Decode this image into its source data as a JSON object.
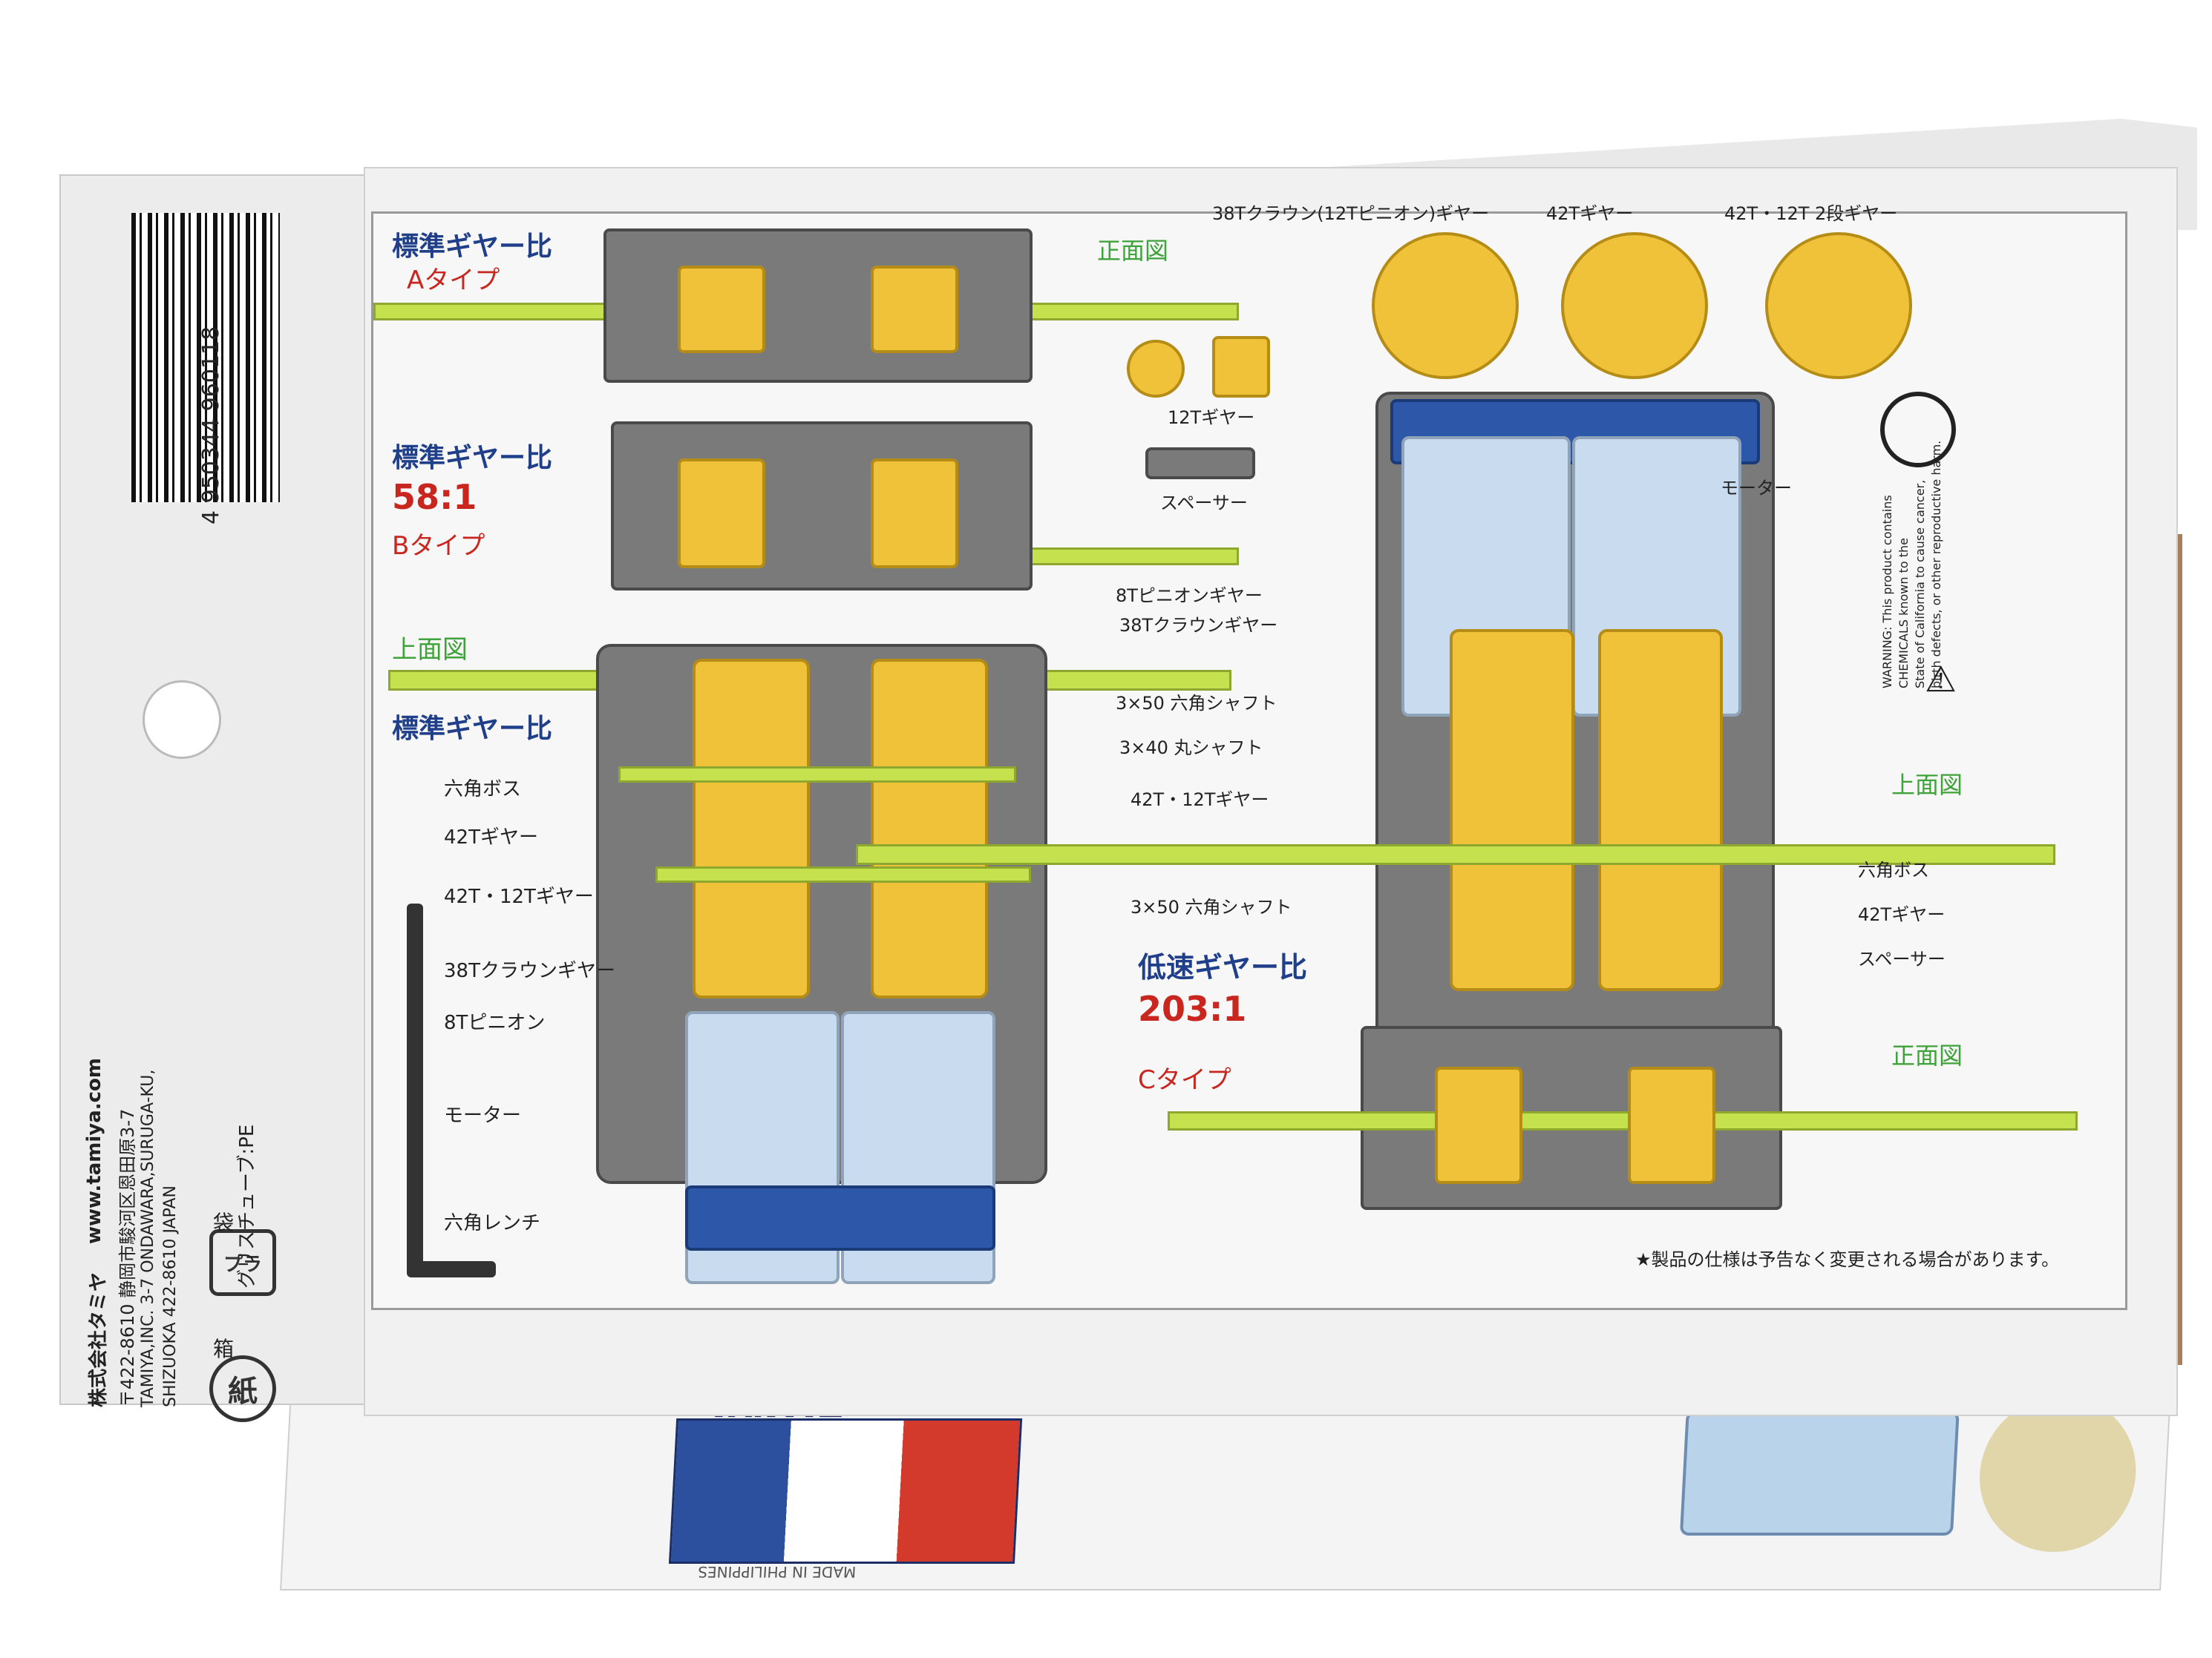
{
  "barcode": {
    "digits": "4 950344 960118"
  },
  "side_flap": {
    "company_jp": "株式会社タミヤ",
    "website": "www.tamiya.com",
    "address_jp": "〒422-8610 静岡市駿河区恩田原3-7",
    "address_en_1": "TAMIYA,INC. 3-7 ONDAWARA,SURUGA-KU,",
    "address_en_2": "SHIZUOKA 422-8610 JAPAN",
    "recycle_paper": "紙",
    "recycle_paper_label": "箱",
    "recycle_plastic": "プラ",
    "recycle_plastic_label": "袋",
    "grease_tube": "グリスチューブ:PE"
  },
  "diagram": {
    "type_a": {
      "title": "標準ギヤー比",
      "type": "Aタイプ",
      "view": "正面図"
    },
    "type_b": {
      "title": "標準ギヤー比",
      "ratio": "58:1",
      "type": "Bタイプ"
    },
    "standard_top": {
      "view": "上面図",
      "title": "標準ギヤー比"
    },
    "type_c": {
      "title": "低速ギヤー比",
      "ratio": "203:1",
      "type": "Cタイプ",
      "view": "正面図"
    },
    "low_top_view": "上面図",
    "parts": {
      "crown38": "38Tクラウン(12Tピニオン)ギヤー",
      "gear42": "42Tギヤー",
      "gear42_12": "42T・12T 2段ギヤー",
      "gear12": "12Tギヤー",
      "spacer": "スペーサー",
      "motor": "モーター"
    },
    "callouts_left": {
      "hex_boss": "六角ボス",
      "gear42": "42Tギヤー",
      "gear42_12": "42T・12Tギヤー",
      "crown38": "38Tクラウンギヤー",
      "pinion8": "8Tピニオン",
      "motor": "モーター",
      "hex_wrench": "六角レンチ"
    },
    "callouts_mid": {
      "pinion8": "8Tピニオンギヤー",
      "crown38": "38Tクラウンギヤー",
      "hex_shaft_50": "3×50 六角シャフト",
      "round_shaft_40": "3×40 丸シャフト",
      "gear42_12": "42T・12Tギヤー",
      "hex_shaft_50b": "3×50 六角シャフト"
    },
    "callouts_right": {
      "hex_boss": "六角ボス",
      "gear42": "42Tギヤー",
      "spacer": "スペーサー"
    },
    "warning_1": "WARNING: This product contains",
    "warning_2": "CHEMICALS known to the",
    "warning_3": "State of California to cause cancer,",
    "warning_4": "birth defects, or other reproductive harm.",
    "disclaimer": "★製品の仕様は予告なく変更される場合があります。"
  },
  "bottom_side": {
    "brand": "TAMIYA",
    "made_in": "MADE IN PHILIPPINES"
  },
  "colors": {
    "blue": "#1f3f8a",
    "red": "#c8261e",
    "green": "#3fa23a",
    "gear": "#f0c23a",
    "frame": "#7a7a7a"
  }
}
